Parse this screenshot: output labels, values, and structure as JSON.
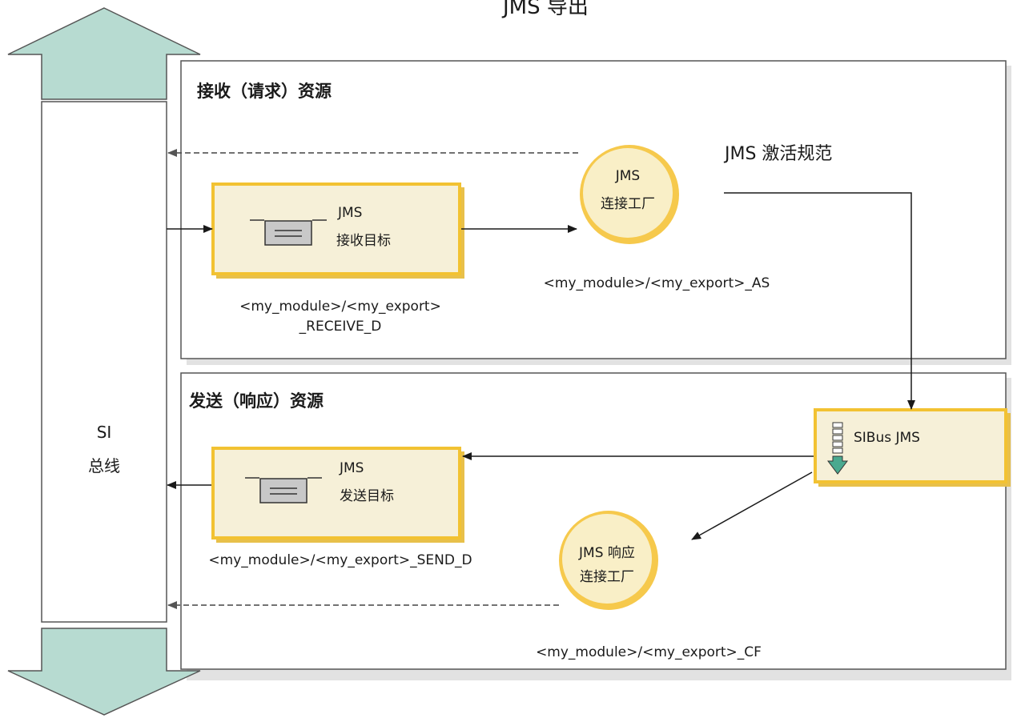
{
  "title": "JMS 导出",
  "bus": {
    "line1": "SI",
    "line2": "总线"
  },
  "receive_section": {
    "title": "接收（请求）资源",
    "activation_spec_label": "JMS 激活规范",
    "destination": {
      "line1": "JMS",
      "line2": "接收目标",
      "name_line1": "<my_module>/<my_export>",
      "name_line2": "_RECEIVE_D"
    },
    "connection_factory": {
      "line1": "JMS",
      "line2": "连接工厂",
      "name": "<my_module>/<my_export>_AS"
    }
  },
  "send_section": {
    "title": "发送（响应）资源",
    "sibus": {
      "label": "SIBus JMS"
    },
    "destination": {
      "line1": "JMS",
      "line2": "发送目标",
      "name": "<my_module>/<my_export>_SEND_D"
    },
    "connection_factory": {
      "line1": "JMS 响应",
      "line2": "连接工厂",
      "name": "<my_module>/<my_export>_CF"
    }
  },
  "colors": {
    "arrow_fill": "#b7dbd1",
    "box_fill": "#f6f0d8",
    "box_border": "#f2c232",
    "circle_fill": "#f9efc7",
    "circle_border": "#f4c93a",
    "sibus_icon": "#4aa98f"
  }
}
